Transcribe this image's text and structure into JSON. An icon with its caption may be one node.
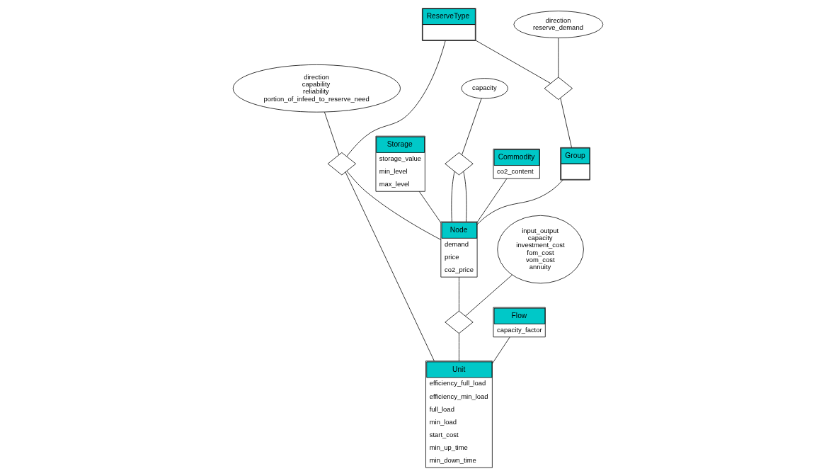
{
  "diagram": {
    "nodes": [
      {
        "text": [
          "ReserveType"
        ]
      },
      {
        "text": [
          "direction reserve_demand"
        ]
      },
      {
        "text": [],
        "shape": "diamond"
      },
      {
        "text": [
          "direction capability reliability portion_of_infeed_to_reserve_need"
        ]
      },
      {
        "text": [],
        "shape": "diamond"
      },
      {
        "text": [
          "Group"
        ]
      },
      {
        "text": [
          "Flow",
          "capacity_factor"
        ]
      },
      {
        "text": [
          "Unit",
          "efficiency_full_load",
          "efficiency_min_load",
          "full_load",
          "min_load",
          "start_cost",
          "min_up_time",
          "min_down_time"
        ]
      },
      {
        "text": [
          "Storage",
          "storage_value",
          "min_level",
          "max_level"
        ]
      },
      {
        "text": [
          "capacity"
        ]
      },
      {
        "text": [],
        "shape": "diamond"
      },
      {
        "text": [
          "input_output capacity investment_cost fom_cost vom_cost annuity"
        ]
      },
      {
        "text": [
          "Node",
          "demand",
          "price",
          "co2_price"
        ]
      },
      {
        "text": [
          "Commodity",
          "co2_content"
        ]
      },
      {
        "text": [],
        "shape": "diamond"
      }
    ],
    "edges": [
      {
        "from": 1,
        "to": 2,
        "arrow": "none"
      },
      {
        "from": 0,
        "to": 2,
        "arrow": "none"
      },
      {
        "from": 2,
        "to": 5,
        "arrow": "none"
      },
      {
        "from": 0,
        "to": 4,
        "arrow": "none"
      },
      {
        "from": 3,
        "to": 4,
        "arrow": "none"
      },
      {
        "from": 4,
        "to": 7,
        "arrow": "none"
      },
      {
        "from": 4,
        "to": 12,
        "arrow": "none"
      },
      {
        "from": 6,
        "to": 7,
        "arrow": "none"
      },
      {
        "from": 5,
        "to": 12,
        "arrow": "none"
      },
      {
        "from": 8,
        "to": 12,
        "arrow": "none"
      },
      {
        "from": 13,
        "to": 12,
        "arrow": "none"
      },
      {
        "from": 9,
        "to": 10,
        "arrow": "none"
      },
      {
        "from": 10,
        "to": 12,
        "arrow": "none"
      },
      {
        "from": 10,
        "to": 12,
        "arrow": "none"
      },
      {
        "from": 11,
        "to": 14,
        "arrow": "none"
      },
      {
        "from": 12,
        "to": 14,
        "arrow": "none"
      },
      {
        "from": 14,
        "to": 7,
        "arrow": "none"
      }
    ]
  }
}
